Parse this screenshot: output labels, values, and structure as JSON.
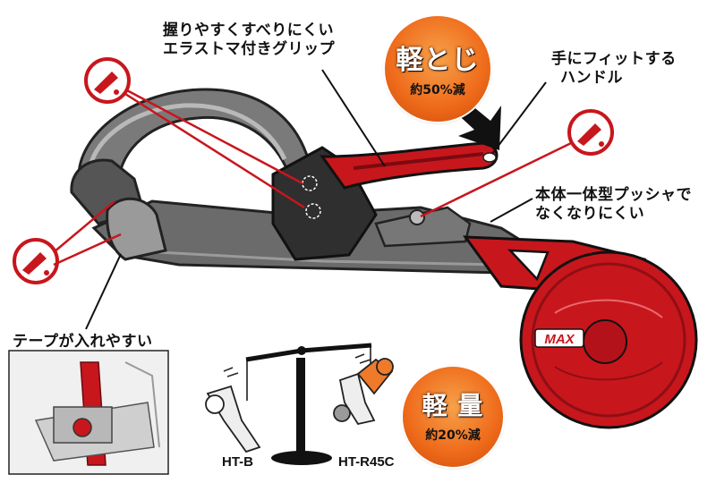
{
  "labels": {
    "grip": [
      "握りやすくすべりにくい",
      "エラストマ付きグリップ"
    ],
    "handle": [
      "手にフィットする",
      "ハンドル"
    ],
    "pusher": [
      "本体一体型プッシャで",
      "なくなりにくい"
    ],
    "tape": [
      "テープが入れやすい"
    ]
  },
  "badges": {
    "light_binding": {
      "title": "軽とじ",
      "sub": "約50%減"
    },
    "light_weight": {
      "title": "軽 量",
      "sub": "約20%減"
    }
  },
  "models": {
    "left": "HT-B",
    "right": "HT-R45C"
  },
  "brand": "MAX",
  "colors": {
    "red": "#c8161d",
    "dark_red": "#8e0f14",
    "gray": "#6f6f6f",
    "dark_gray": "#3b3b3b",
    "orange": "#ee6a1a"
  },
  "icons": [
    "oil-drop-icon-top",
    "oil-drop-icon-bottom",
    "oil-drop-icon-right",
    "arrow-down-icon"
  ]
}
